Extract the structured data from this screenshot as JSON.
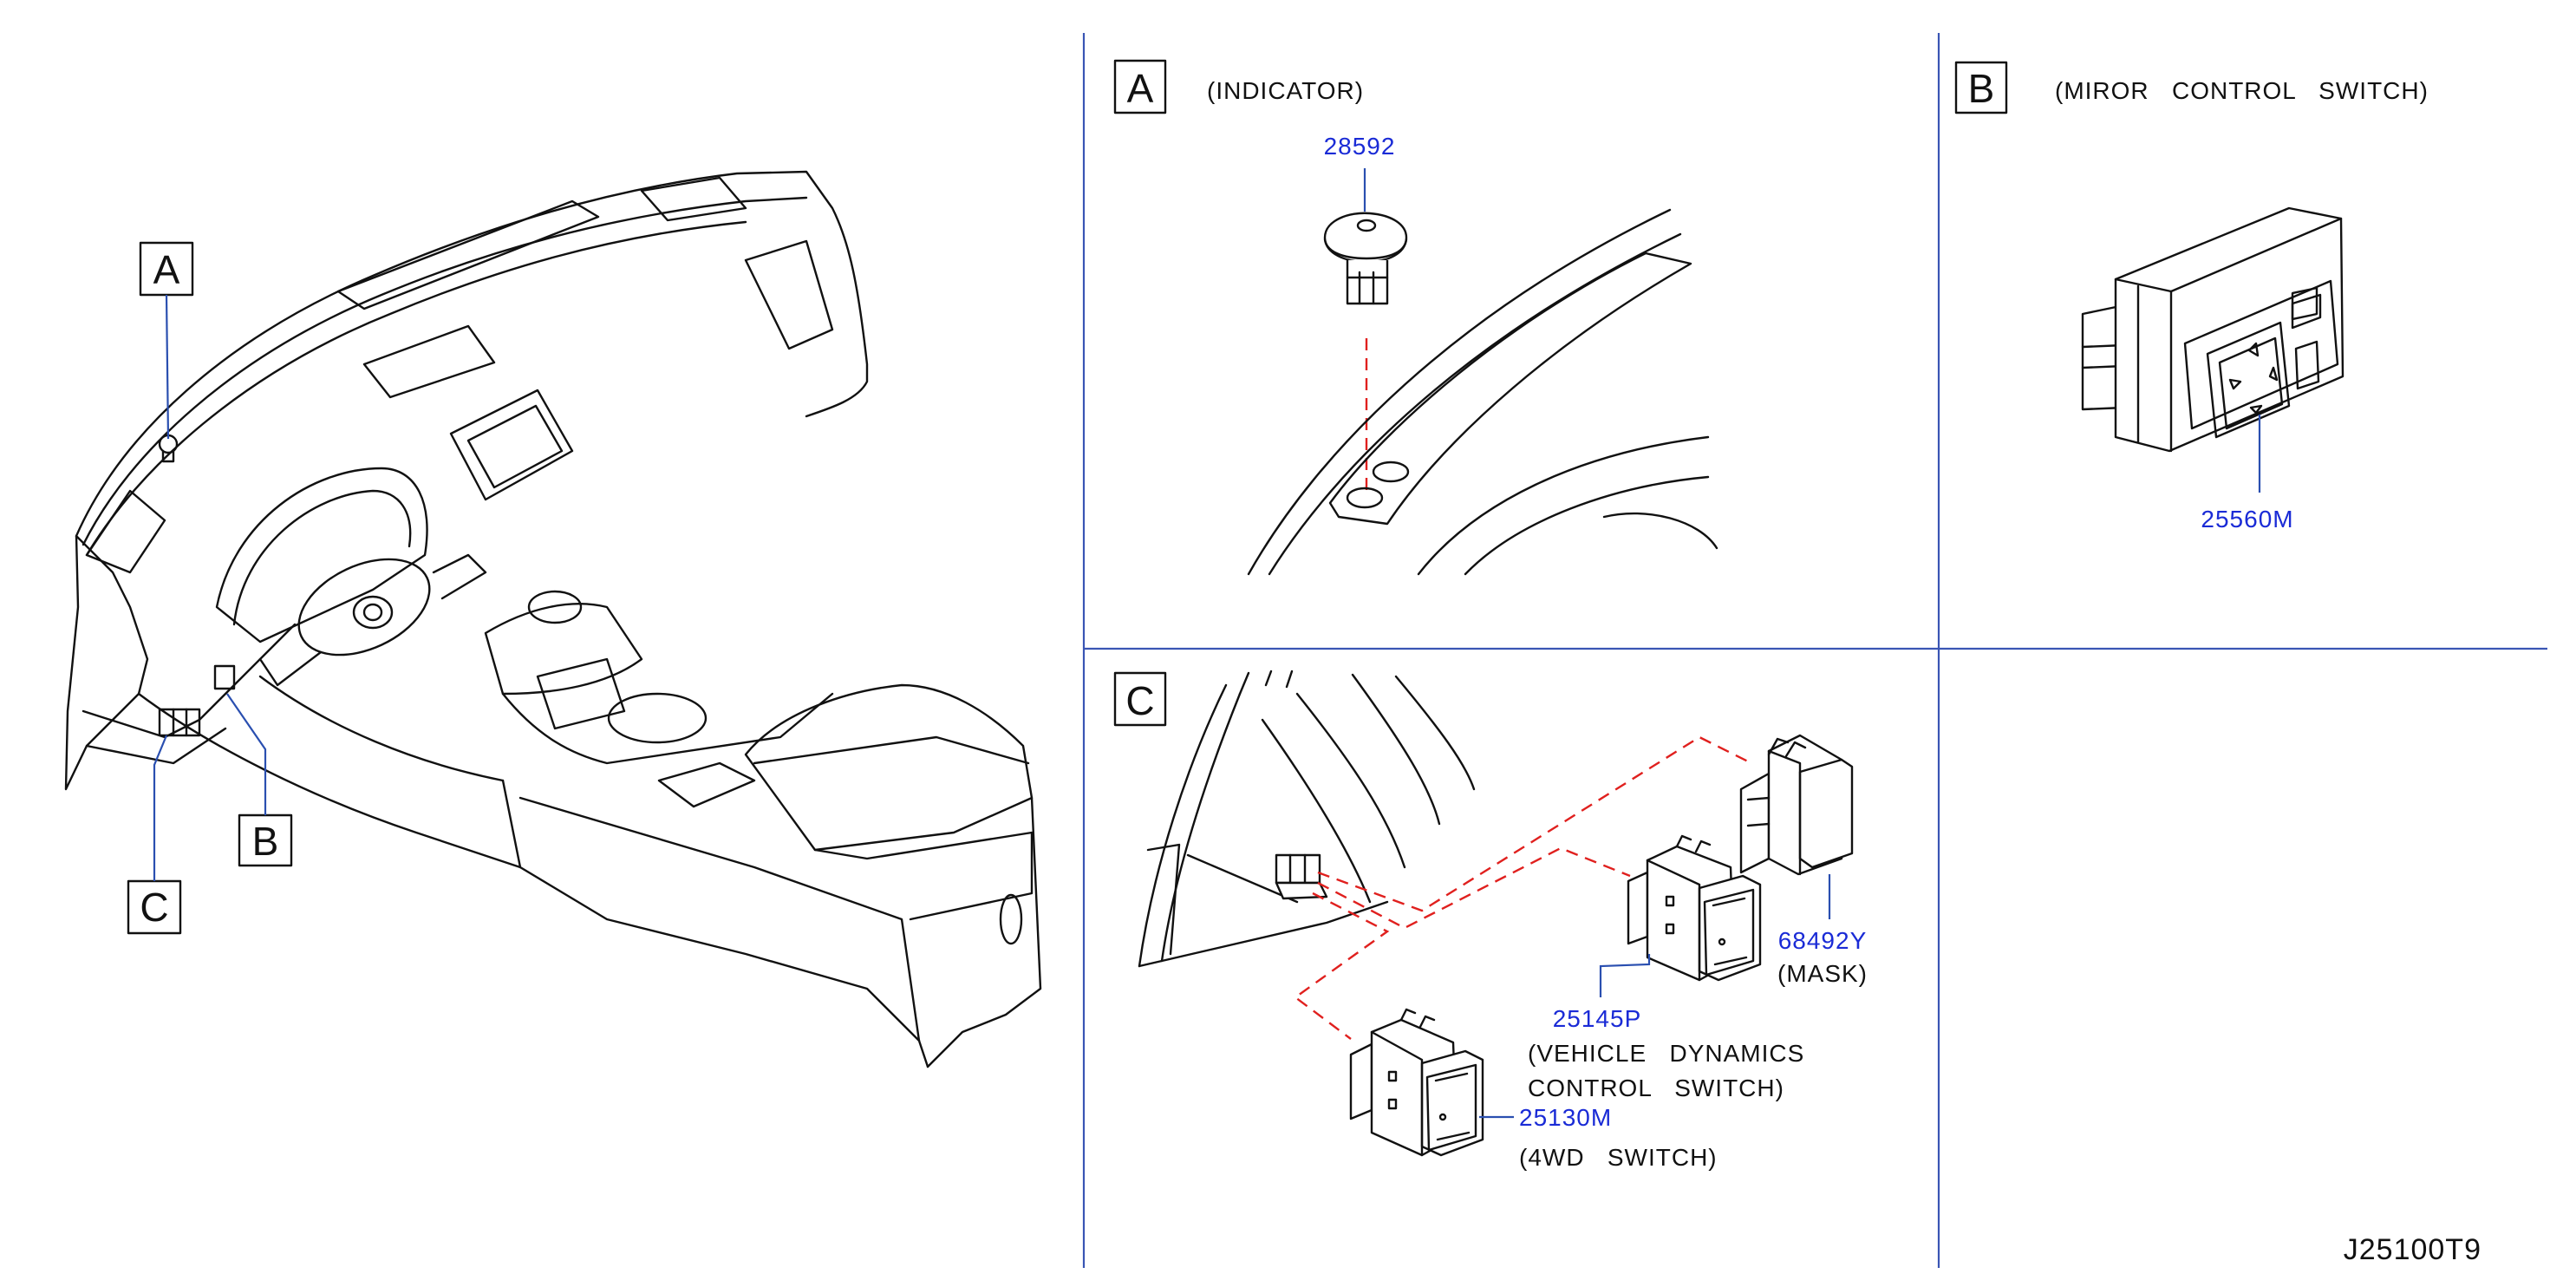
{
  "callouts": {
    "overview": [
      "A",
      "B",
      "C"
    ]
  },
  "panel_a": {
    "letter": "A",
    "title": "(INDICATOR)",
    "part": "28592"
  },
  "panel_b": {
    "letter": "B",
    "title": "(MIROR   CONTROL   SWITCH)",
    "part": "25560M"
  },
  "panel_c": {
    "letter": "C",
    "parts": [
      {
        "number": "68492Y",
        "desc": [
          "(MASK)"
        ]
      },
      {
        "number": "25145P",
        "desc": [
          "(VEHICLE   DYNAMICS",
          "CONTROL   SWITCH)"
        ]
      },
      {
        "number": "25130M",
        "desc": [
          "(4WD   SWITCH)"
        ]
      }
    ]
  },
  "diagram_code": "J25100T9",
  "colors": {
    "part_number": "#1a2bd6",
    "panel_divider": "#3a55b4",
    "leader": "#2a4fb0",
    "phantom_line": "#e0201e"
  }
}
